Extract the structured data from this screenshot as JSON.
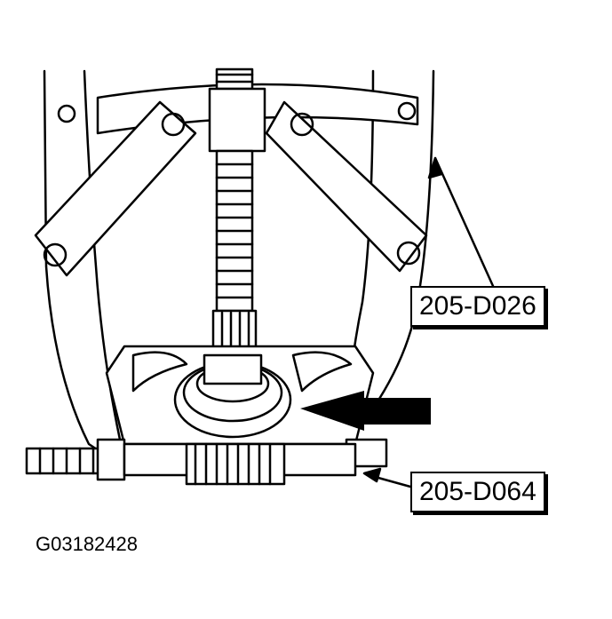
{
  "labels": {
    "puller_tool": "205-D026",
    "separator_tool": "205-D064"
  },
  "figure_id": "G03182428"
}
